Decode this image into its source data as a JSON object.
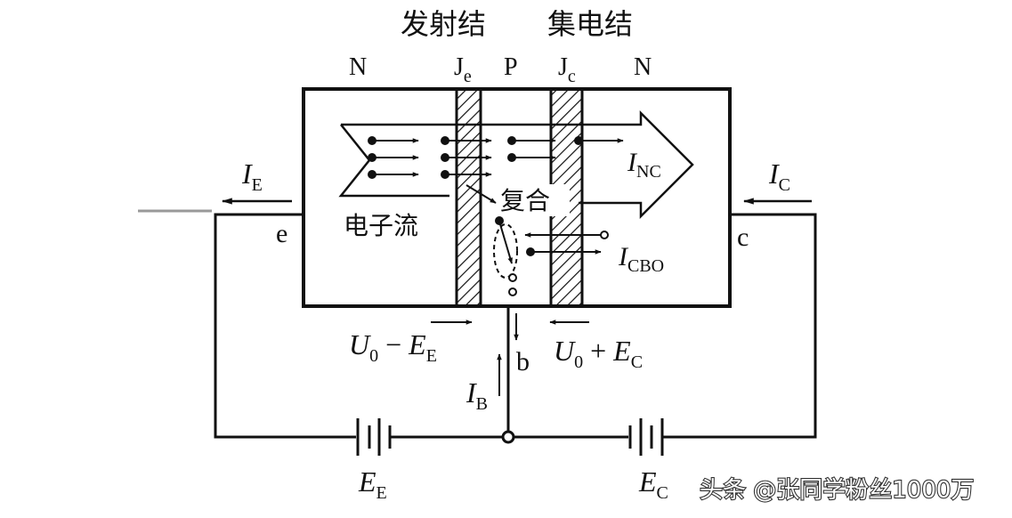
{
  "title": {
    "emitter_junction": "发射结",
    "collector_junction": "集电结"
  },
  "regions": {
    "n_left": "N",
    "p_base": "P",
    "n_right": "N",
    "je_main": "J",
    "je_sub": "e",
    "jc_main": "J",
    "jc_sub": "c"
  },
  "flow": {
    "electron_flow": "电子流",
    "recombination": "复合"
  },
  "currents": {
    "ie_main": "I",
    "ie_sub": "E",
    "ic_main": "I",
    "ic_sub": "C",
    "inc_main": "I",
    "inc_sub": "NC",
    "icbo_main": "I",
    "icbo_sub": "CBO",
    "ib_main": "I",
    "ib_sub": "B"
  },
  "terminals": {
    "emitter": "e",
    "collector": "c",
    "base": "b"
  },
  "voltages": {
    "u0_left_main": "U",
    "u0_left_sub": "0",
    "u0_left_op": " − ",
    "ee_main": "E",
    "ee_sub": "E",
    "u0_right_main": "U",
    "u0_right_sub": "0",
    "u0_right_op": " + ",
    "ec_main": "E",
    "ec_sub": "C"
  },
  "sources": {
    "ee_main": "E",
    "ee_sub": "E",
    "ec_main": "E",
    "ec_sub": "C"
  },
  "watermark": "头条 @张同学粉丝1000万"
}
